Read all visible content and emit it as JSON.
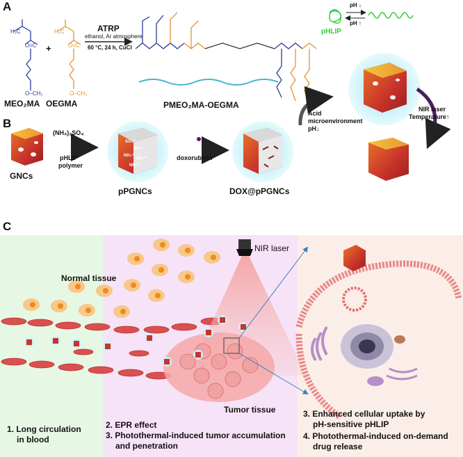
{
  "panelA": {
    "letter": "A",
    "monomer1": "MEO₂MA",
    "monomer2": "OEGMA",
    "plus": "+",
    "reaction": "ATRP",
    "cond1": "ethanol, Ar atmosphere",
    "cond2": "60 °C, 24 h, CuCl",
    "polymer": "PMEO₂MA-OEGMA",
    "ph_down": "pH ↓",
    "ph_up": "pH ↑",
    "phlip": "pHLIP",
    "acid1": "Acid",
    "acid2": "microenvironment",
    "acid3": "pH↓",
    "nir1": "NIR laser",
    "nir2": "Temperature↑"
  },
  "panelB": {
    "letter": "B",
    "gncs": "GNCs",
    "reagent1": "(NH₄)₂SO₄",
    "reagent2": "pHLIP",
    "reagent3": "polymer",
    "ppgncs": "pPGNCs",
    "dox": "doxorubicin",
    "doxp": "DOX@pPGNCs",
    "ion1": "SO₄²⁻",
    "ion2": "NH₄⁺",
    "ion3": "NH₄⁺",
    "ion4": "SO₄²⁻",
    "ion5": "NH₄⁺"
  },
  "panelC": {
    "letter": "C",
    "normal": "Normal tissue",
    "nir": "NIR laser",
    "tumor": "Tumor tissue",
    "s1a": "1. Long circulation",
    "s1b": "in blood",
    "s2": "2. EPR effect",
    "s3a": "3. Photothermal-induced tumor accumulation",
    "s3b": "and penetration",
    "s4a": "3. Enhanced cellular uptake by",
    "s4b": "pH-sensitive pHLIP",
    "s5a": "4. Photothermal-induced on-demand",
    "s5b": "drug release"
  },
  "colors": {
    "blue": "#2d3b9a",
    "orange": "#e0942f",
    "green": "#3cd64a",
    "cyan": "#b8eef7",
    "red": "#c9302c"
  }
}
